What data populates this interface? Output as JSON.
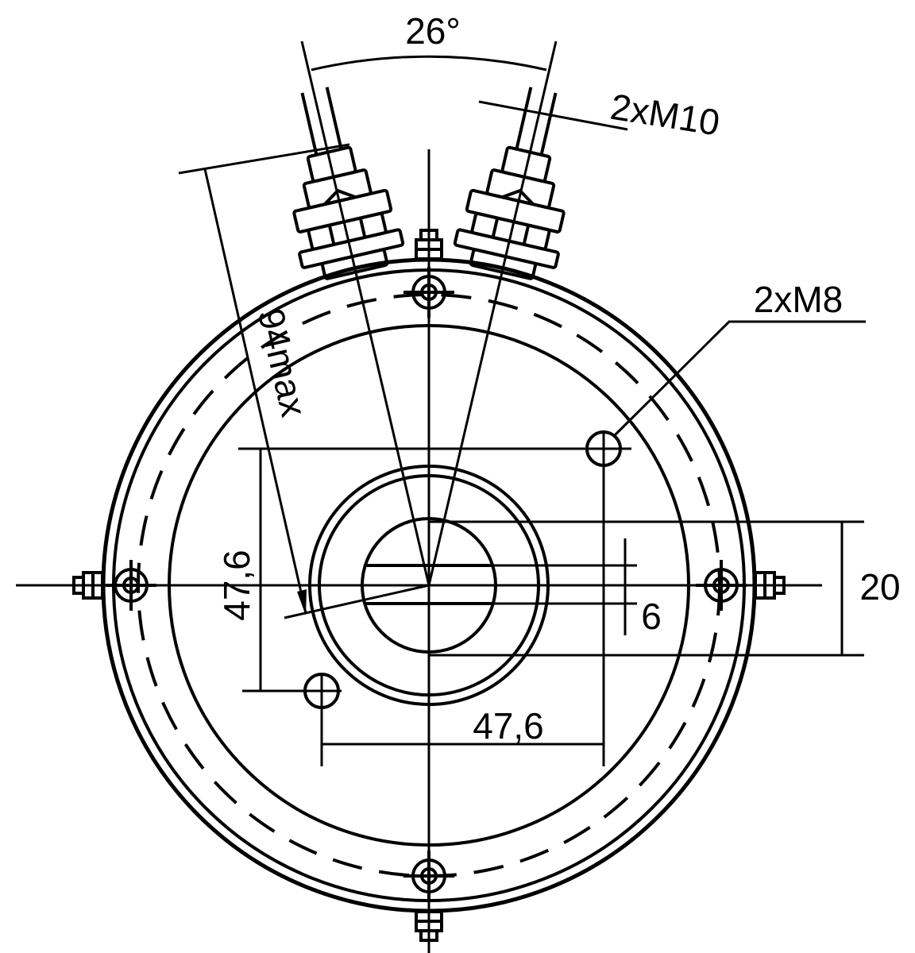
{
  "title": "Motor end view technical drawing",
  "colors": {
    "line": "#000000",
    "background": "#ffffff"
  },
  "dimensions": {
    "angle": "26°",
    "terminal_thread": "2xM10",
    "mount_thread": "2xM8",
    "max_height": "94max",
    "hole_spacing_vertical": "47,6",
    "hole_spacing_horizontal": "47,6",
    "shaft_diameter": "20",
    "flat_width": "6"
  }
}
